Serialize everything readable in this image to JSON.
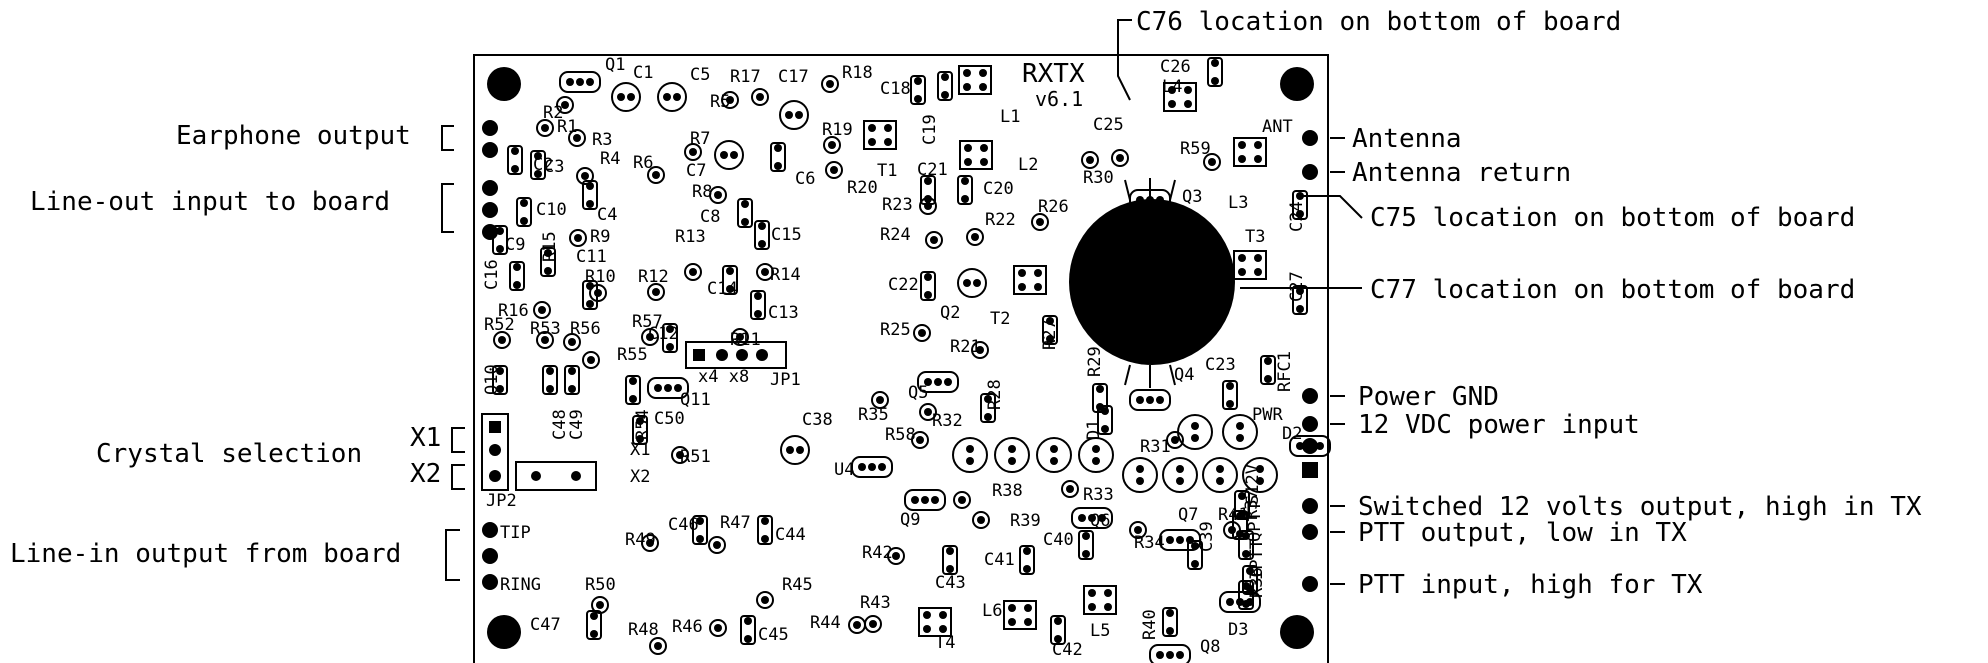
{
  "board": {
    "title": "RXTX",
    "version": "v6.1"
  },
  "callouts": {
    "c76": "C76 location on bottom of board",
    "c75": "C75 location on bottom of board",
    "c77": "C77 location on bottom of board",
    "earphone": "Earphone output",
    "lineout": "Line-out input to board",
    "crystal": "Crystal selection",
    "linein": "Line-in output from board",
    "antenna": "Antenna",
    "antenna_return": "Antenna return",
    "power_gnd": "Power GND",
    "power_in": "12 VDC power input",
    "switched": "Switched 12 volts output, high in TX",
    "ptt_out": "PTT output, low in TX",
    "ptt_in": "PTT input, high for TX",
    "x1": "X1",
    "x2": "X2"
  },
  "silkscreen": {
    "ant": "ANT",
    "pwr": "PWR",
    "tip": "TIP",
    "ring": "RING",
    "x4x8": "x4 x8",
    "jp1": "JP1",
    "jp2": "JP2",
    "board_x1": "X1",
    "board_x2": "X2"
  },
  "parts": [
    "Q1",
    "C1",
    "C5",
    "R17",
    "C17",
    "R18",
    "C18",
    "C19",
    "L1",
    "C26",
    "L4",
    "C25",
    "R2",
    "R1",
    "R3",
    "R4",
    "R5",
    "R7",
    "C7",
    "R19",
    "T1",
    "L2",
    "C21",
    "C20",
    "R59",
    "L3",
    "C24",
    "R6",
    "C6",
    "R20",
    "R23",
    "R30",
    "Q3",
    "C2",
    "C3",
    "C4",
    "R8",
    "C8",
    "C15",
    "R22",
    "R26",
    "T3",
    "C10",
    "R9",
    "R13",
    "R24",
    "C22",
    "Q2",
    "C27",
    "C9",
    "R15",
    "C11",
    "R10",
    "R12",
    "C14",
    "R14",
    "C13",
    "T2",
    "R16",
    "R57",
    "C12",
    "R11",
    "R25",
    "R21",
    "C16",
    "R52",
    "R53",
    "R56",
    "R55",
    "R27",
    "R29",
    "C23",
    "Q4",
    "RFC1",
    "Q10",
    "C48",
    "C49",
    "R54",
    "C50",
    "Q11",
    "Q5",
    "R35",
    "R28",
    "R32",
    "D1",
    "D2",
    "C38",
    "R51",
    "R58",
    "U4",
    "R31",
    "R38",
    "R39",
    "R33",
    "Q9",
    "Q6",
    "R34",
    "Q7",
    "R41",
    "R37",
    "R42",
    "C40",
    "C39",
    "R36",
    "D3",
    "C41",
    "C43",
    "R49",
    "C46",
    "R47",
    "C44",
    "R45",
    "L6",
    "L5",
    "R50",
    "C47",
    "R48",
    "R46",
    "C45",
    "R44",
    "R43",
    "T4",
    "C42",
    "R40",
    "Q8",
    "S12V",
    "QPTT",
    "IPTT"
  ]
}
